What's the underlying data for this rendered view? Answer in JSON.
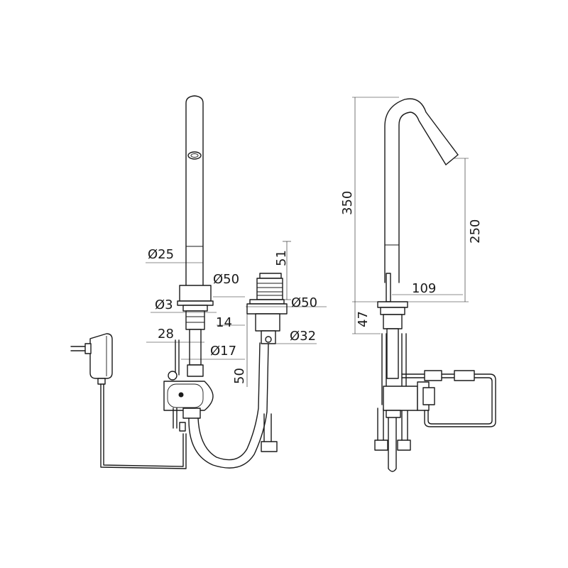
{
  "dimensions": {
    "d25": "Ø25",
    "d50_top": "Ø50",
    "d3": "Ø3",
    "h14": "14",
    "h28": "28",
    "d17": "Ø17",
    "h51": "51",
    "d50_right": "Ø50",
    "d32": "Ø32",
    "h50": "50",
    "h350": "350",
    "h250": "250",
    "w109": "109",
    "h47": "47"
  },
  "colors": {
    "line": "#1a1a1a",
    "background": "#ffffff"
  }
}
